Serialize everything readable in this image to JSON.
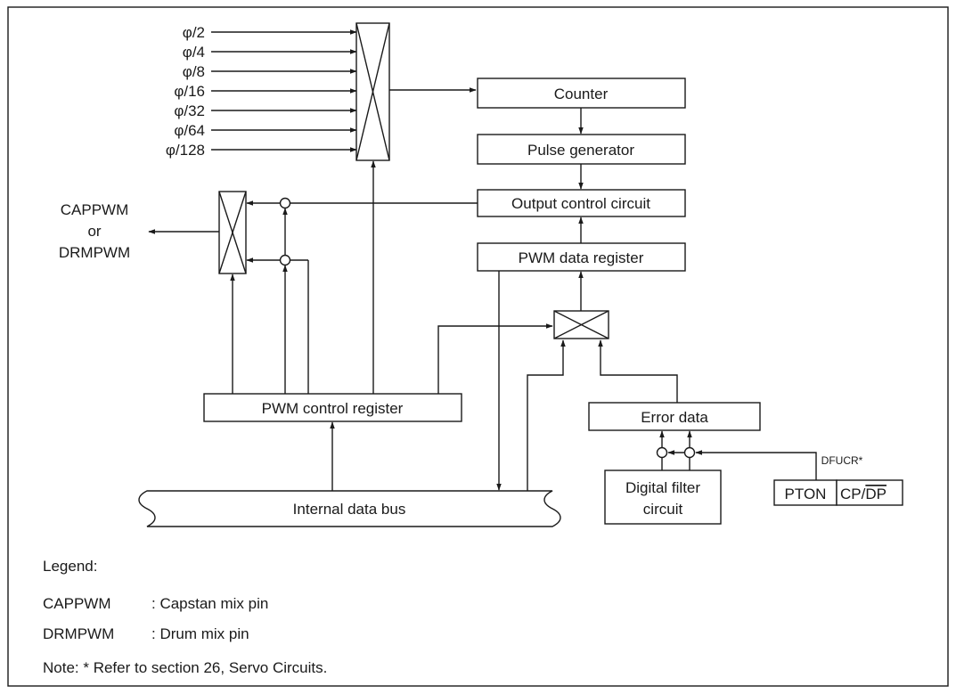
{
  "inputs": [
    "φ/2",
    "φ/4",
    "φ/8",
    "φ/16",
    "φ/32",
    "φ/64",
    "φ/128"
  ],
  "blocks": {
    "counter": "Counter",
    "pulse_generator": "Pulse generator",
    "output_control": "Output control circuit",
    "pwm_data_register": "PWM data register",
    "pwm_control_register": "PWM control register",
    "error_data": "Error data",
    "digital_filter_line1": "Digital filter",
    "digital_filter_line2": "circuit",
    "internal_bus": "Internal data bus"
  },
  "outputs": {
    "line1": "CAPPWM",
    "line2": "or",
    "line3": "DRMPWM"
  },
  "register": {
    "name": "DFUCR*",
    "bit1": "PTON",
    "bit2_part1": "CP/",
    "bit2_part2": "DP"
  },
  "legend": {
    "title": "Legend:",
    "items": [
      {
        "term": "CAPPWM",
        "desc": ": Capstan mix pin"
      },
      {
        "term": "DRMPWM",
        "desc": ": Drum mix pin"
      }
    ],
    "note": "Note: * Refer to section 26, Servo Circuits."
  },
  "colors": {
    "line": "#1a1a1a",
    "background": "#ffffff"
  }
}
